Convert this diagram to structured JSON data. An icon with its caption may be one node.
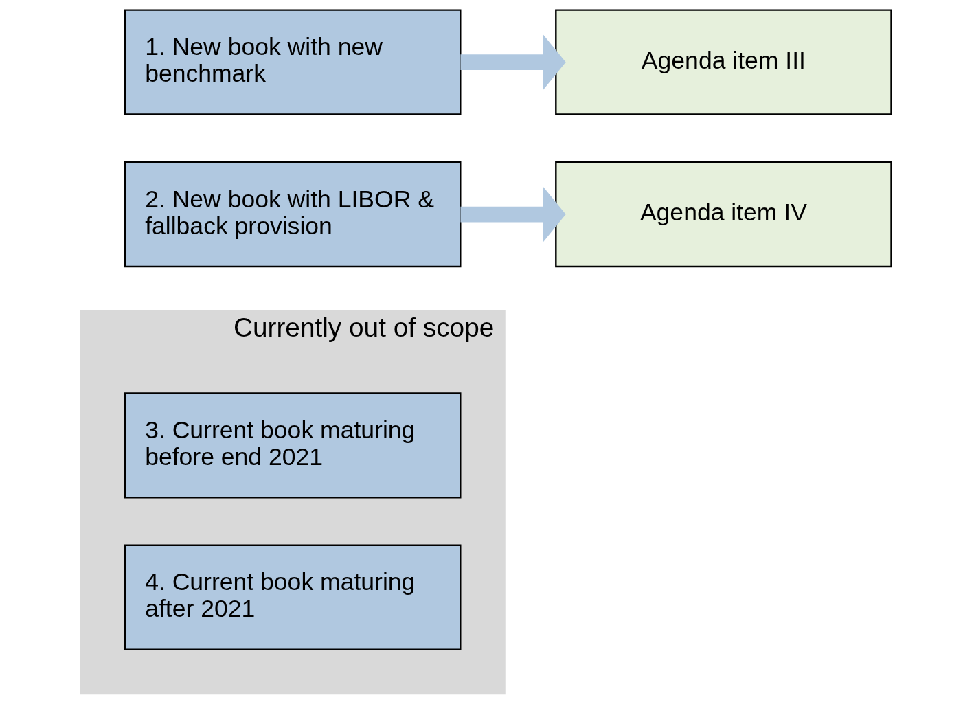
{
  "diagram": {
    "nodes": [
      {
        "text": [
          "1. New book with new benchmark"
        ]
      },
      {
        "text": [
          "Agenda item III"
        ]
      },
      {
        "text": [
          "2. New book with LIBOR & fallback provision"
        ]
      },
      {
        "text": [
          "Agenda item IV"
        ]
      },
      {
        "text": [
          "Currently out of scope"
        ]
      },
      {
        "text": [
          "3. Current book maturing before end 2021"
        ],
        "in": 4
      },
      {
        "text": [
          "4. Current book maturing after 2021"
        ],
        "in": 4
      }
    ],
    "edges": [
      {
        "from": 0,
        "to": 1,
        "arrow": "to",
        "color": "#b0c8e0"
      },
      {
        "from": 2,
        "to": 3,
        "arrow": "to",
        "color": "#b0c8e0"
      }
    ]
  }
}
